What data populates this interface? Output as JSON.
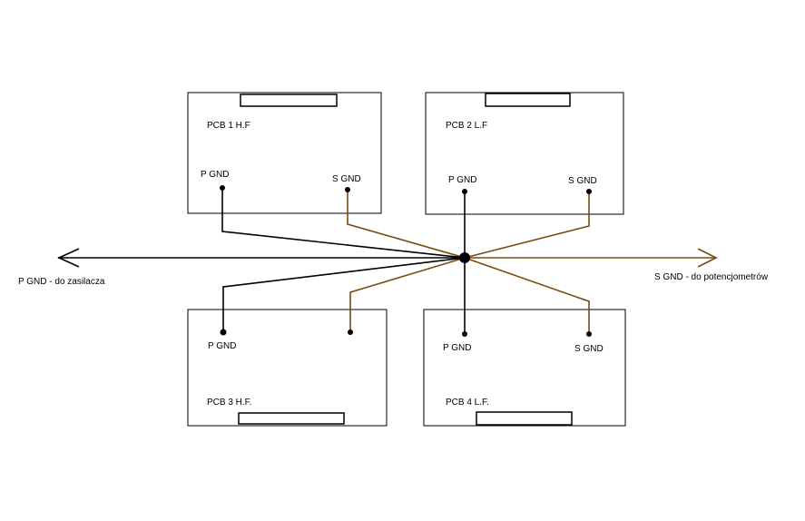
{
  "boards": [
    {
      "id": "pcb1",
      "title": "PCB 1 H.F",
      "p_label": "P GND",
      "s_label": "S GND"
    },
    {
      "id": "pcb2",
      "title": "PCB 2 L.F",
      "p_label": "P GND",
      "s_label": "S GND"
    },
    {
      "id": "pcb3",
      "title": "PCB 3 H.F.",
      "p_label": "P GND",
      "s_label": ""
    },
    {
      "id": "pcb4",
      "title": "PCB 4 L.F.",
      "p_label": "P GND",
      "s_label": "S GND"
    }
  ],
  "left_arrow_label": "P GND - do zasilacza",
  "right_arrow_label": "S GND - do potencjometrów",
  "colors": {
    "p_wire": "#000000",
    "s_wire": "#7a4a12",
    "box": "#000000",
    "background": "#ffffff"
  }
}
